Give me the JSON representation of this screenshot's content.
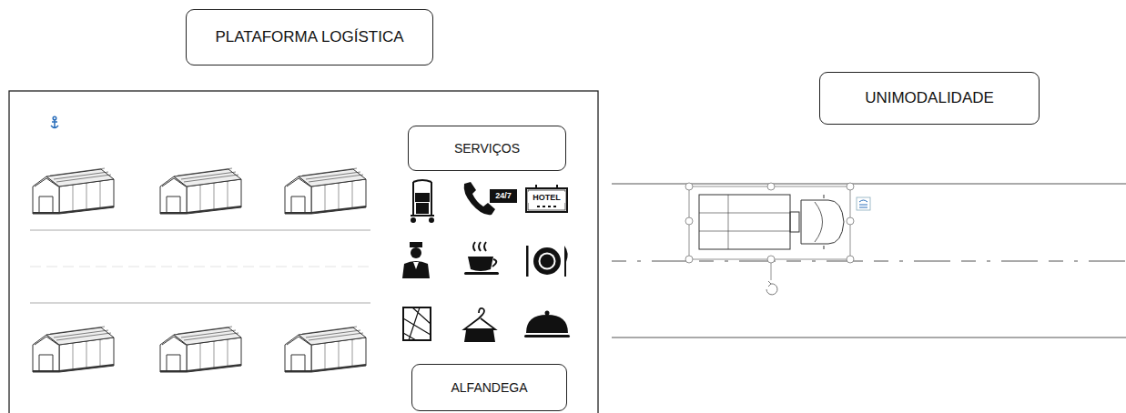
{
  "diagram": {
    "nodes": [
      {
        "text": [
          "PLATAFORMA LOGÍSTICA"
        ]
      },
      {
        "text": [
          "UNIMODALIDADE"
        ]
      },
      {
        "text": [
          "SERVIÇOS"
        ]
      },
      {
        "text": [
          "ALFANDEGA"
        ]
      }
    ],
    "labels": [
      "24/7",
      "HOTEL"
    ]
  }
}
